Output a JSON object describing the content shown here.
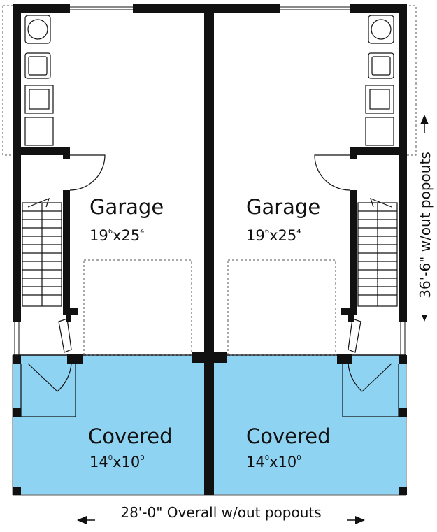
{
  "plan": {
    "colors": {
      "wall": "#111111",
      "covered_fill": "#8fd3f3",
      "background": "#ffffff"
    },
    "rooms": [
      {
        "id": "garage-left",
        "name": "Garage",
        "dim_a": "19",
        "dim_a_sup": "6",
        "dim_b": "25",
        "dim_b_sup": "4"
      },
      {
        "id": "garage-right",
        "name": "Garage",
        "dim_a": "19",
        "dim_a_sup": "6",
        "dim_b": "25",
        "dim_b_sup": "4"
      },
      {
        "id": "covered-left",
        "name": "Covered",
        "dim_a": "14",
        "dim_a_sup": "0",
        "dim_b": "10",
        "dim_b_sup": "0"
      },
      {
        "id": "covered-right",
        "name": "Covered",
        "dim_a": "14",
        "dim_a_sup": "0",
        "dim_b": "10",
        "dim_b_sup": "0"
      }
    ],
    "dimensions": {
      "overall_width": "28'-0\" Overall w/out popouts",
      "overall_depth": "36'-6\" w/out popouts"
    }
  }
}
